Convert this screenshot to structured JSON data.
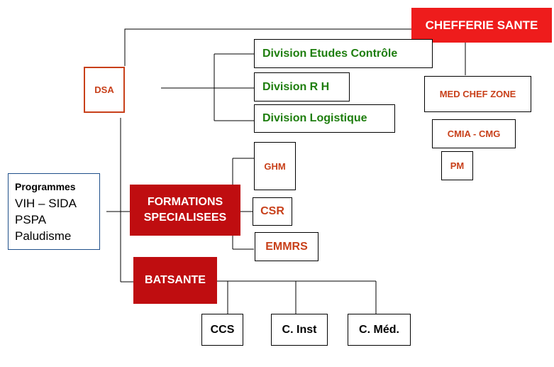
{
  "nodes": {
    "chefferie": "CHEFFERIE SANTE",
    "dsa": "DSA",
    "div_etudes": "Division Etudes Contrôle",
    "div_rh": "Division R H",
    "div_logistique": "Division Logistique",
    "med_chef_zone": "MED CHEF ZONE",
    "cmia_cmg": "CMIA - CMG",
    "pm": "PM",
    "ghm": "GHM",
    "formations_line1": "FORMATIONS",
    "formations_line2": "SPECIALISEES",
    "csr": "CSR",
    "emmrs": "EMMRS",
    "batsante": "BATSANTE",
    "ccs": "CCS",
    "c_inst": "C. Inst",
    "c_med": "C. Méd."
  },
  "programmes": {
    "title": "Programmes",
    "items": [
      "VIH – SIDA",
      "PSPA",
      "Paludisme"
    ]
  },
  "colors": {
    "red": "#ee1c1c",
    "dark_red": "#bf0d10",
    "green_text": "#1e7e0e",
    "orange_text": "#c8401a"
  }
}
